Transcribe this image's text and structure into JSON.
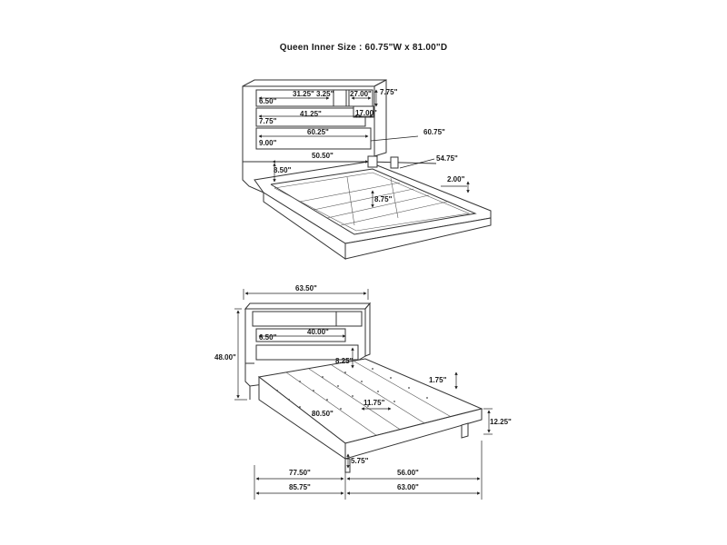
{
  "title": "Queen  Inner Size : 60.75\"W x 81.00\"D",
  "top_view": {
    "dims": {
      "d_650": "6.50\"",
      "d_3125": "31.25\"",
      "d_325": "3.25\"",
      "d_2700": "27.00\"",
      "d_775a": "7.75\"",
      "d_1700": "17.00\"",
      "d_4125": "41.25\"",
      "d_775b": "7.75\"",
      "d_6025": "60.25\"",
      "d_900": "9.00\"",
      "d_6075": "60.75\"",
      "d_5050": "50.50\"",
      "d_5475": "54.75\"",
      "d_850": "8.50\"",
      "d_200": "2.00\"",
      "d_875": "8.75\""
    }
  },
  "bottom_view": {
    "dims": {
      "d_6350": "63.50\"",
      "d_4800": "48.00\"",
      "d_4000": "40.00\"",
      "d_650": "6.50\"",
      "d_825": "8.25\"",
      "d_175": "1.75\"",
      "d_1175": "11.75\"",
      "d_8050": "80.50\"",
      "d_1225": "12.25\"",
      "d_575": "5.75\"",
      "d_7750": "77.50\"",
      "d_5600": "56.00\"",
      "d_8575": "85.75\"",
      "d_6300": "63.00\""
    }
  }
}
